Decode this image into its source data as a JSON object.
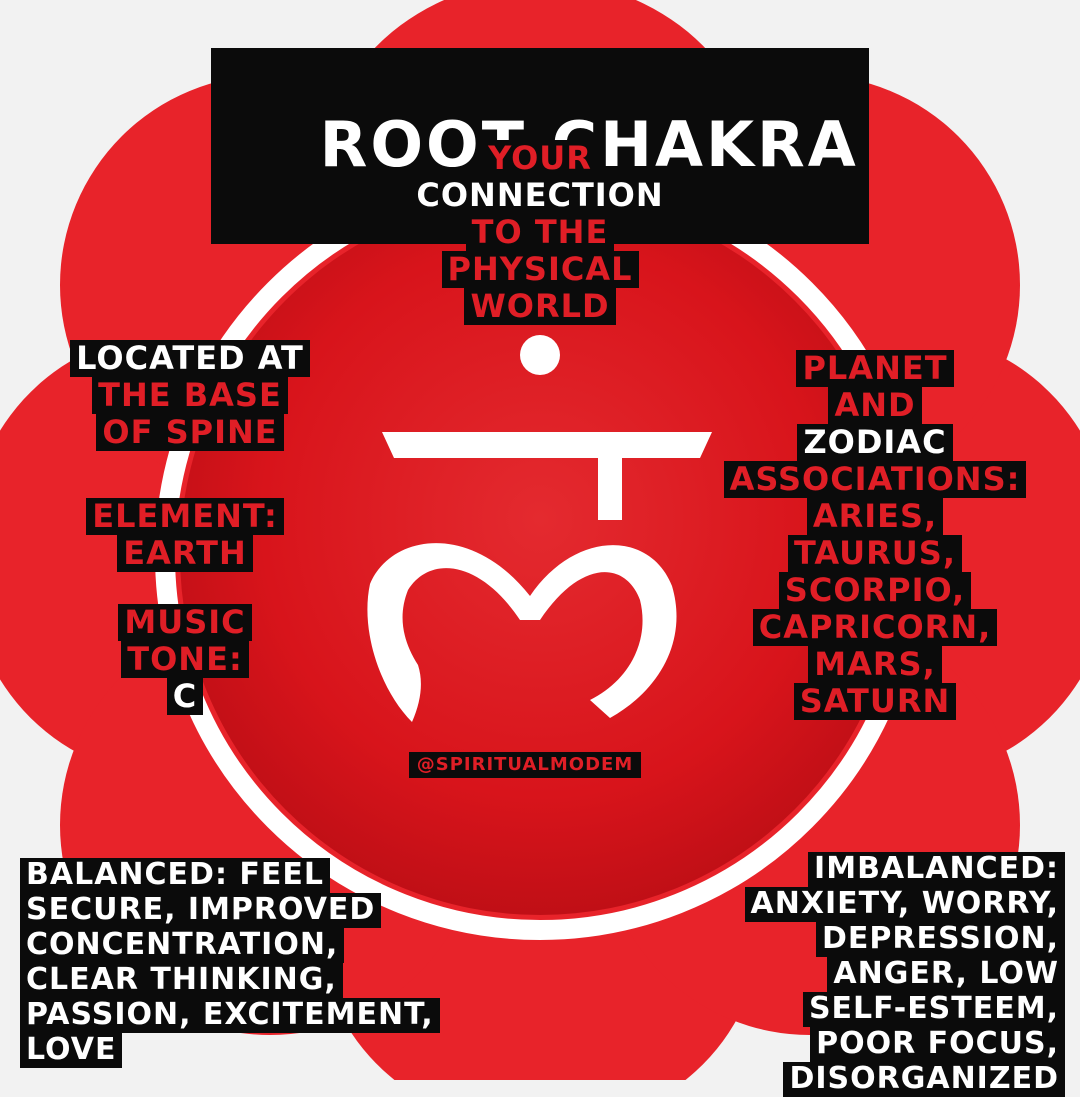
{
  "title": "ROOT CHAKRA",
  "connection": [
    "YOUR",
    "CONNECTION",
    "TO THE",
    "PHYSICAL",
    "WORLD"
  ],
  "location": [
    "LOCATED AT",
    "THE BASE",
    "OF SPINE"
  ],
  "element": [
    "ELEMENT:",
    "EARTH"
  ],
  "music": [
    "MUSIC",
    "TONE:",
    "C"
  ],
  "associations": [
    "PLANET",
    "AND",
    "ZODIAC",
    "ASSOCIATIONS:",
    "ARIES,",
    "TAURUS,",
    "SCORPIO,",
    "CAPRICORN,",
    "MARS,",
    "SATURN"
  ],
  "handle": "@SPIRITUALMODEM",
  "balanced": [
    "BALANCED: FEEL",
    "SECURE, IMPROVED",
    "CONCENTRATION,",
    "CLEAR THINKING,",
    "PASSION, EXCITEMENT,",
    "LOVE"
  ],
  "imbalanced": [
    "IMBALANCED:",
    "ANXIETY, WORRY,",
    "DEPRESSION,",
    "ANGER, LOW",
    "SELF-ESTEEM,",
    "POOR FOCUS,",
    "DISORGANIZED"
  ],
  "colors": {
    "background": "#f2f2f2",
    "petal": "#e8232a",
    "disc": "#d9141c",
    "ring": "#ffffff",
    "symbol": "#ffffff",
    "label_bg": "#0b0b0b",
    "text_red": "#e01e26",
    "text_white": "#ffffff"
  }
}
